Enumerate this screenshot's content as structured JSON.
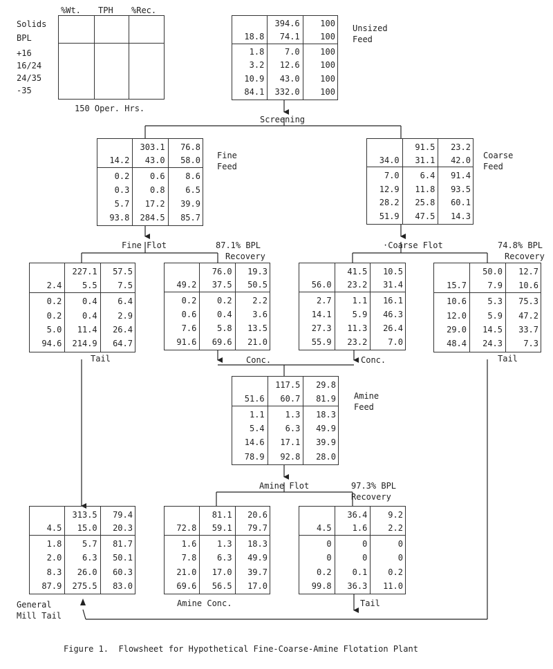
{
  "legend": {
    "headers": [
      "%Wt.",
      "TPH",
      "%Rec."
    ],
    "row_labels": [
      "Solids",
      "BPL",
      "+16",
      "16/24",
      "24/35",
      "-35"
    ],
    "footnote": "150 Oper. Hrs."
  },
  "labels": {
    "unsized_feed": [
      "Unsized",
      "Feed"
    ],
    "screening": "Screening",
    "fine_feed": [
      "Fine",
      "Feed"
    ],
    "coarse_feed": [
      "Coarse",
      "Feed"
    ],
    "fine_flot": "Fine Flot",
    "fine_recovery": [
      "87.1% BPL",
      "Recovery"
    ],
    "coarse_flot": "·Coarse Flot",
    "coarse_recovery": [
      "74.8% BPL",
      "Recovery"
    ],
    "tail_fine": "Tail",
    "conc_fine": "Conc.",
    "conc_coarse": "Conc.",
    "tail_coarse": "Tail",
    "amine_feed": [
      "Amine",
      "Feed"
    ],
    "amine_flot": "Amine Flot",
    "amine_recovery": [
      "97.3% BPL",
      "Recovery"
    ],
    "general_mill_tail": [
      "General",
      "Mill Tail"
    ],
    "amine_conc": "Amine Conc.",
    "tail_amine": "Tail"
  },
  "boxes": {
    "unsized": {
      "rows": [
        [
          "",
          "394.6",
          "100"
        ],
        [
          "18.8",
          "74.1",
          "100"
        ],
        [
          "1.8",
          "7.0",
          "100"
        ],
        [
          "3.2",
          "12.6",
          "100"
        ],
        [
          "10.9",
          "43.0",
          "100"
        ],
        [
          "84.1",
          "332.0",
          "100"
        ]
      ]
    },
    "fine_feed": {
      "rows": [
        [
          "",
          "303.1",
          "76.8"
        ],
        [
          "14.2",
          "43.0",
          "58.0"
        ],
        [
          "0.2",
          "0.6",
          "8.6"
        ],
        [
          "0.3",
          "0.8",
          "6.5"
        ],
        [
          "5.7",
          "17.2",
          "39.9"
        ],
        [
          "93.8",
          "284.5",
          "85.7"
        ]
      ]
    },
    "coarse_feed": {
      "rows": [
        [
          "",
          "91.5",
          "23.2"
        ],
        [
          "34.0",
          "31.1",
          "42.0"
        ],
        [
          "7.0",
          "6.4",
          "91.4"
        ],
        [
          "12.9",
          "11.8",
          "93.5"
        ],
        [
          "28.2",
          "25.8",
          "60.1"
        ],
        [
          "51.9",
          "47.5",
          "14.3"
        ]
      ]
    },
    "fine_tail": {
      "rows": [
        [
          "",
          "227.1",
          "57.5"
        ],
        [
          "2.4",
          "5.5",
          "7.5"
        ],
        [
          "0.2",
          "0.4",
          "6.4"
        ],
        [
          "0.2",
          "0.4",
          "2.9"
        ],
        [
          "5.0",
          "11.4",
          "26.4"
        ],
        [
          "94.6",
          "214.9",
          "64.7"
        ]
      ]
    },
    "fine_conc": {
      "rows": [
        [
          "",
          "76.0",
          "19.3"
        ],
        [
          "49.2",
          "37.5",
          "50.5"
        ],
        [
          "0.2",
          "0.2",
          "2.2"
        ],
        [
          "0.6",
          "0.4",
          "3.6"
        ],
        [
          "7.6",
          "5.8",
          "13.5"
        ],
        [
          "91.6",
          "69.6",
          "21.0"
        ]
      ]
    },
    "coarse_conc": {
      "rows": [
        [
          "",
          "41.5",
          "10.5"
        ],
        [
          "56.0",
          "23.2",
          "31.4"
        ],
        [
          "2.7",
          "1.1",
          "16.1"
        ],
        [
          "14.1",
          "5.9",
          "46.3"
        ],
        [
          "27.3",
          "11.3",
          "26.4"
        ],
        [
          "55.9",
          "23.2",
          "7.0"
        ]
      ]
    },
    "coarse_tail": {
      "rows": [
        [
          "",
          "50.0",
          "12.7"
        ],
        [
          "15.7",
          "7.9",
          "10.6"
        ],
        [
          "10.6",
          "5.3",
          "75.3"
        ],
        [
          "12.0",
          "5.9",
          "47.2"
        ],
        [
          "29.0",
          "14.5",
          "33.7"
        ],
        [
          "48.4",
          "24.3",
          "7.3"
        ]
      ]
    },
    "amine_feed": {
      "rows": [
        [
          "",
          "117.5",
          "29.8"
        ],
        [
          "51.6",
          "60.7",
          "81.9"
        ],
        [
          "1.1",
          "1.3",
          "18.3"
        ],
        [
          "5.4",
          "6.3",
          "49.9"
        ],
        [
          "14.6",
          "17.1",
          "39.9"
        ],
        [
          "78.9",
          "92.8",
          "28.0"
        ]
      ]
    },
    "general_tail": {
      "rows": [
        [
          "",
          "313.5",
          "79.4"
        ],
        [
          "4.5",
          "15.0",
          "20.3"
        ],
        [
          "1.8",
          "5.7",
          "81.7"
        ],
        [
          "2.0",
          "6.3",
          "50.1"
        ],
        [
          "8.3",
          "26.0",
          "60.3"
        ],
        [
          "87.9",
          "275.5",
          "83.0"
        ]
      ]
    },
    "amine_conc": {
      "rows": [
        [
          "",
          "81.1",
          "20.6"
        ],
        [
          "72.8",
          "59.1",
          "79.7"
        ],
        [
          "1.6",
          "1.3",
          "18.3"
        ],
        [
          "7.8",
          "6.3",
          "49.9"
        ],
        [
          "21.0",
          "17.0",
          "39.7"
        ],
        [
          "69.6",
          "56.5",
          "17.0"
        ]
      ]
    },
    "amine_tail": {
      "rows": [
        [
          "",
          "36.4",
          "9.2"
        ],
        [
          "4.5",
          "1.6",
          "2.2"
        ],
        [
          "0",
          "0",
          "0"
        ],
        [
          "0",
          "0",
          "0"
        ],
        [
          "0.2",
          "0.1",
          "0.2"
        ],
        [
          "99.8",
          "36.3",
          "11.0"
        ]
      ]
    }
  },
  "caption": "Figure 1.  Flowsheet for Hypothetical Fine-Coarse-Amine Flotation Plant"
}
